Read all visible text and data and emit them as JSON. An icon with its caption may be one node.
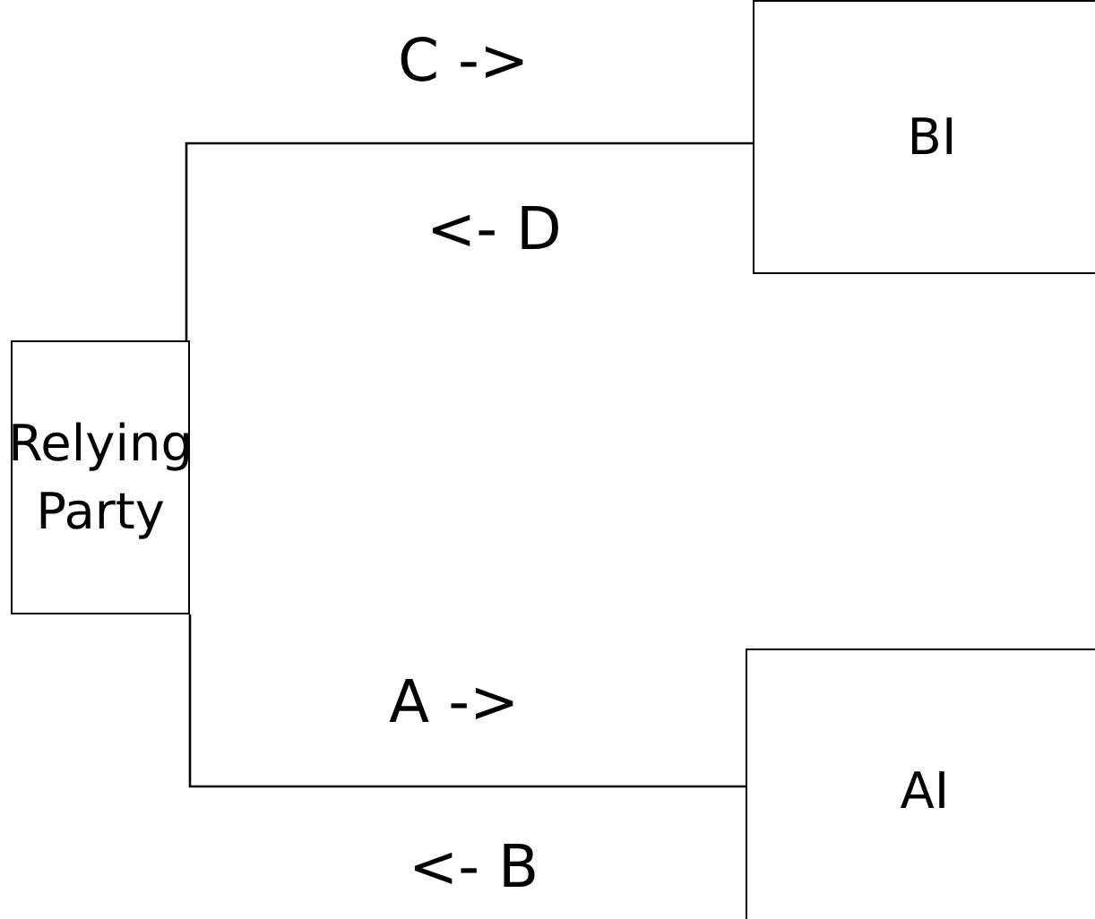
{
  "diagram": {
    "nodes": [
      {
        "text": [
          "Relying Party"
        ]
      },
      {
        "text": [
          "BI"
        ]
      },
      {
        "text": [
          "AI"
        ]
      }
    ],
    "edges": [
      {
        "from": 0,
        "to": 1,
        "arrow": "none"
      },
      {
        "from": 0,
        "to": 2,
        "arrow": "none"
      }
    ],
    "labels": [
      "C ->",
      "<- D",
      "A ->",
      "<- B"
    ]
  }
}
